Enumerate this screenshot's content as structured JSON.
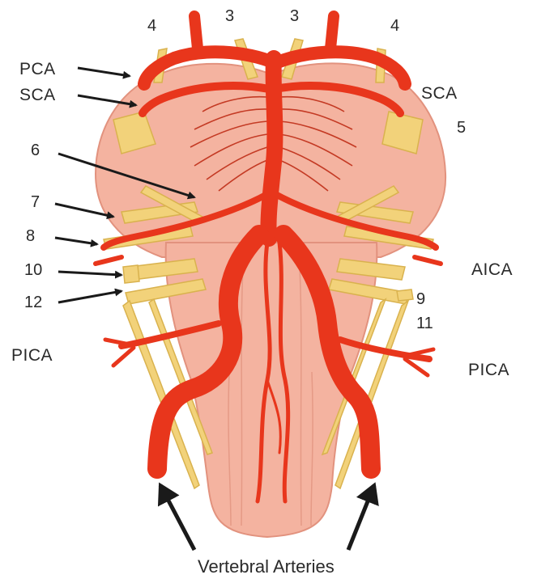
{
  "labels": {
    "top_left_4": "4",
    "top_left_3": "3",
    "top_right_3": "3",
    "top_right_4": "4",
    "pca": "PCA",
    "sca_left": "SCA",
    "sca_right": "SCA",
    "five": "5",
    "six": "6",
    "seven": "7",
    "eight": "8",
    "ten": "10",
    "twelve": "12",
    "aica": "AICA",
    "nine": "9",
    "eleven": "11",
    "pica_left": "PICA",
    "pica_right": "PICA",
    "caption": "Vertebral Arteries"
  },
  "colors": {
    "tissue": "#f4b3a0",
    "tissue_shadow": "#e89a86",
    "artery": "#e8361c",
    "artery_dark": "#c42410",
    "nerve": "#f2d27a",
    "nerve_dark": "#d9b24e",
    "arrow": "#1a1a1a"
  }
}
